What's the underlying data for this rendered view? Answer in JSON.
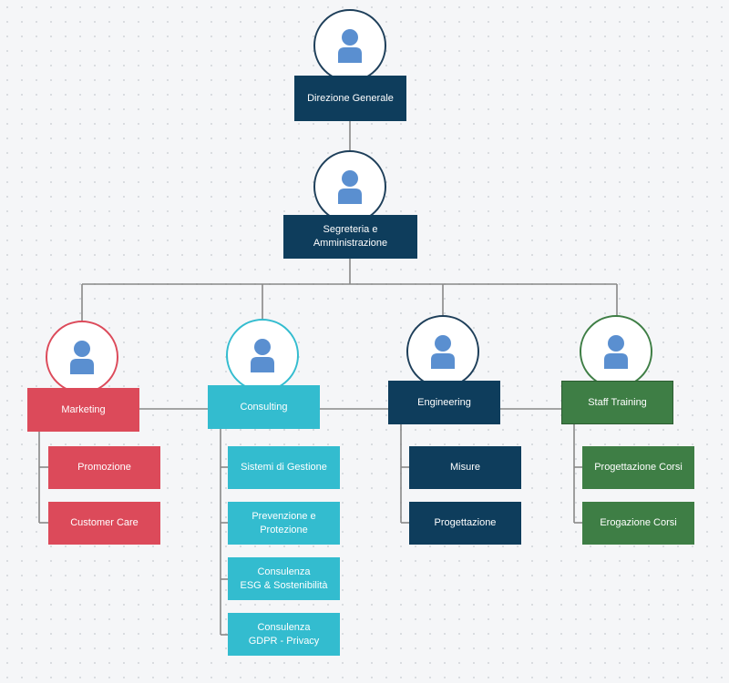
{
  "colors": {
    "navy": "#0e3d5c",
    "red": "#dc4a5a",
    "cyan": "#33bccf",
    "green": "#3e7e45",
    "avatar_person": "#5a8fd0",
    "connector": "#888888"
  },
  "icons": {
    "person": "person-icon"
  },
  "org": {
    "director": {
      "label": "Direzione Generale"
    },
    "admin": {
      "label": "Segreteria e Amministrazione"
    },
    "departments": [
      {
        "label": "Marketing",
        "color": "red",
        "children": [
          "Promozione",
          "Customer Care"
        ]
      },
      {
        "label": "Consulting",
        "color": "cyan",
        "children": [
          "Sistemi di Gestione",
          "Prevenzione e\nProtezione",
          "Consulenza\nESG & Sostenibilità",
          "Consulenza\nGDPR - Privacy"
        ]
      },
      {
        "label": "Engineering",
        "color": "navy",
        "children": [
          "Misure",
          "Progettazione"
        ]
      },
      {
        "label": "Staff Training",
        "color": "green",
        "children": [
          "Progettazione Corsi",
          "Erogazione Corsi"
        ]
      }
    ]
  }
}
